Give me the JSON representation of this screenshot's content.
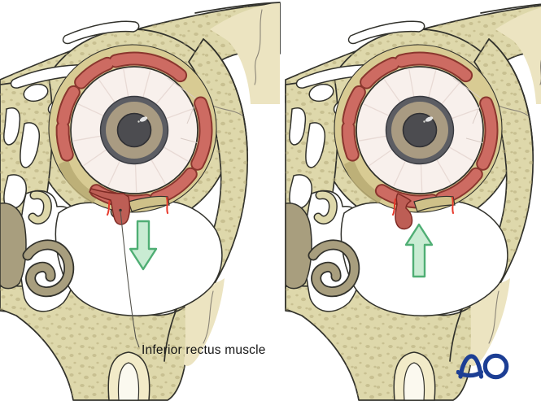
{
  "figure": {
    "annotation_label": "Inferior rectus muscle",
    "logo_text": "AO",
    "panels": [
      {
        "id": "left",
        "arrow_direction": "down",
        "arrow_icon": "down-arrow-icon"
      },
      {
        "id": "right",
        "arrow_direction": "up",
        "arrow_icon": "up-arrow-icon"
      }
    ]
  },
  "palette": {
    "paper": "#ffffff",
    "bone": "#ded8ab",
    "bone-light": "#ece4c1",
    "stipple": "#b1a878",
    "orbit-fat": "#d8cb93",
    "orbit-shadow": "#b9ab73",
    "outline": "#31312b",
    "crack": "#8b8577",
    "sclera": "#f8f0ec",
    "sclera-line": "#e8dad5",
    "iris-ring": "#5c5d63",
    "iris": "#a99b82",
    "pupil": "#4c4c50",
    "muscle": "#cd6b62",
    "muscle-dark": "#8a362e",
    "hernia": "#bd5e55",
    "hernia-dark": "#7e2a24",
    "fracture": "#e8392b",
    "fragment": "#cfc189",
    "olive": "#a89e7e",
    "tooth": "#f2ebc8",
    "arrow-fill": "#c9ecd3",
    "arrow-stroke": "#4fae74",
    "label": "#141414",
    "ao-blue": "#1c3e94"
  }
}
